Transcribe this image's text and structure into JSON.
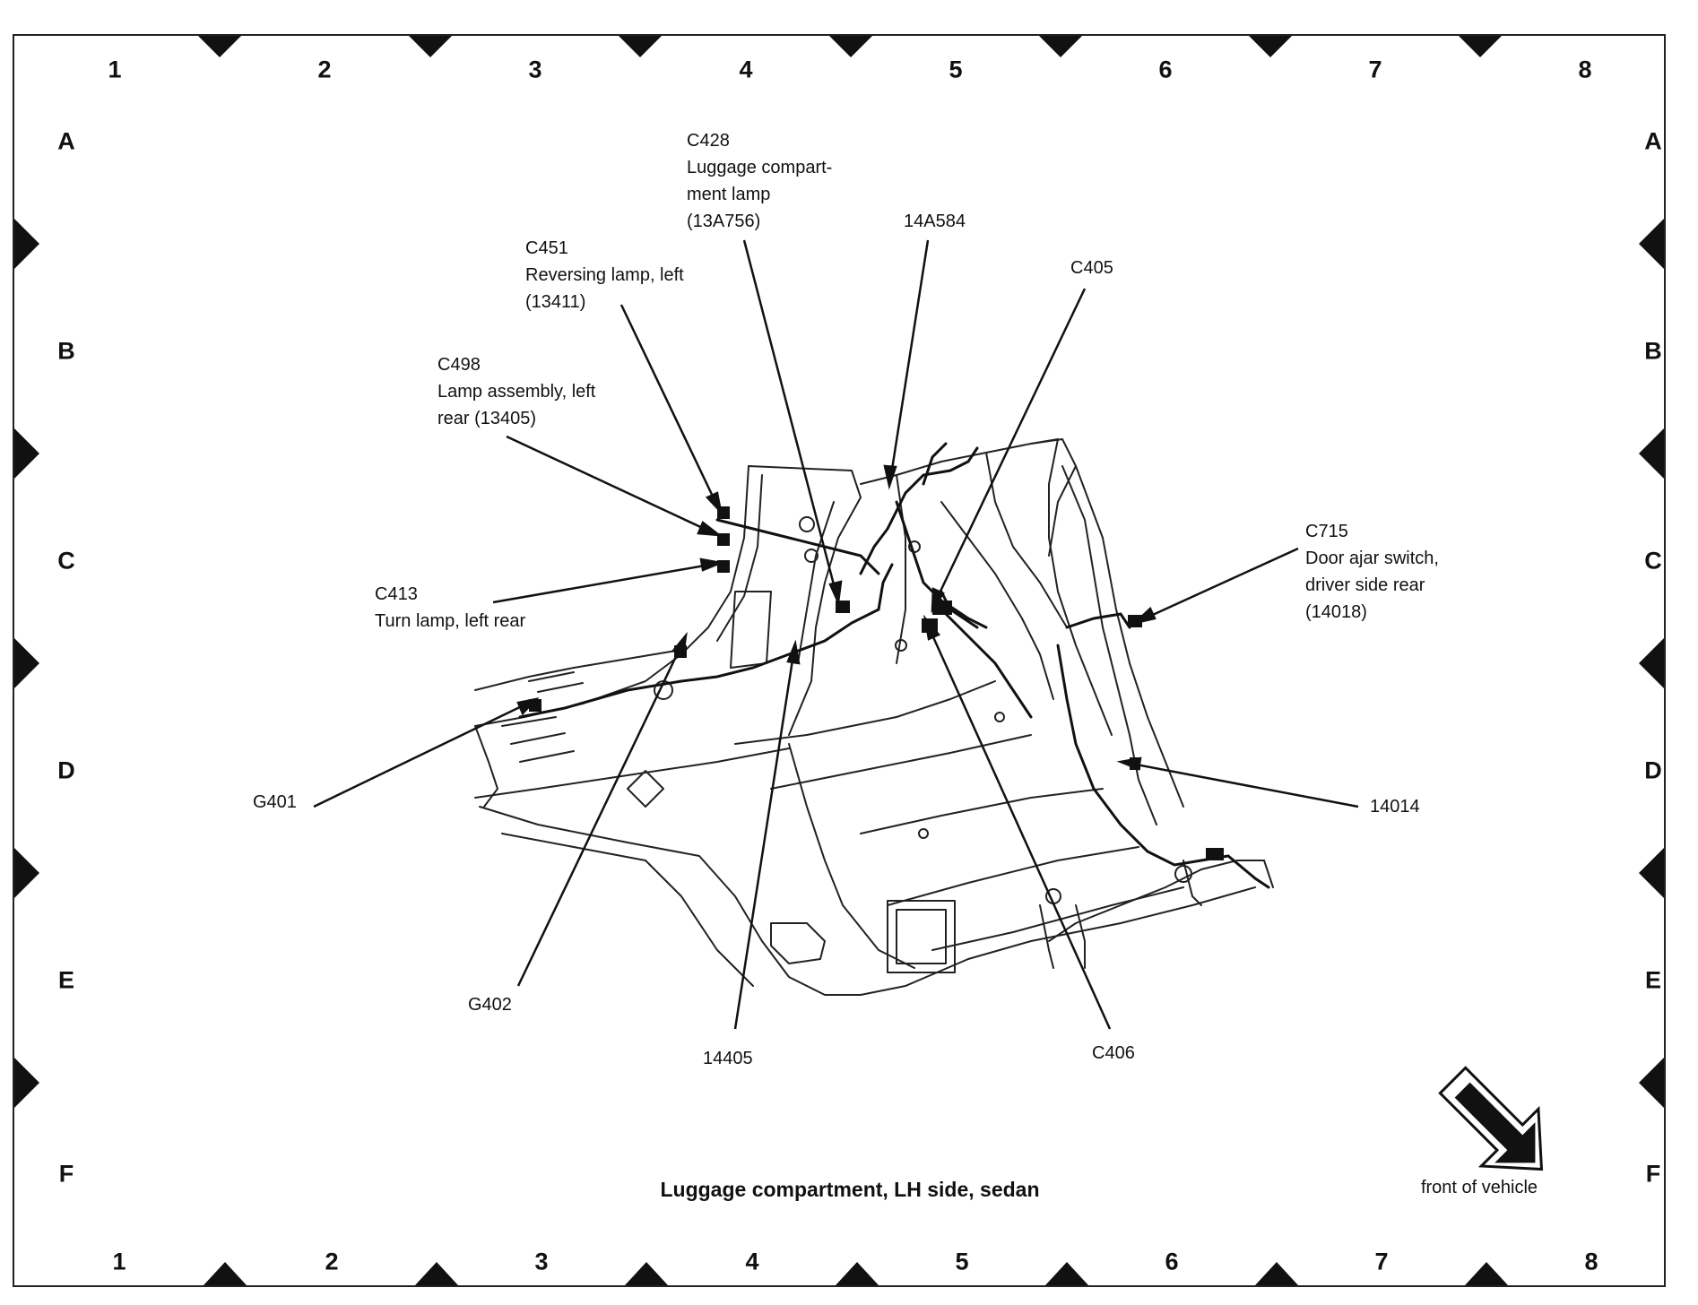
{
  "grid": {
    "columns": [
      "1",
      "2",
      "3",
      "4",
      "5",
      "6",
      "7",
      "8"
    ],
    "rows": [
      "A",
      "B",
      "C",
      "D",
      "E",
      "F"
    ]
  },
  "callouts": [
    {
      "id": "c428",
      "lines": [
        "C428",
        "Luggage compart-",
        "ment lamp",
        "(13A756)"
      ]
    },
    {
      "id": "14a584",
      "lines": [
        "14A584"
      ]
    },
    {
      "id": "c451",
      "lines": [
        "C451",
        "Reversing lamp, left",
        "(13411)"
      ]
    },
    {
      "id": "c405",
      "lines": [
        "C405"
      ]
    },
    {
      "id": "c498",
      "lines": [
        "C498",
        "Lamp assembly, left",
        "rear (13405)"
      ]
    },
    {
      "id": "c715",
      "lines": [
        "C715",
        "Door ajar switch,",
        "driver side rear",
        "(14018)"
      ]
    },
    {
      "id": "c413",
      "lines": [
        "C413",
        "Turn lamp, left rear"
      ]
    },
    {
      "id": "g401",
      "lines": [
        "G401"
      ]
    },
    {
      "id": "14014",
      "lines": [
        "14014"
      ]
    },
    {
      "id": "g402",
      "lines": [
        "G402"
      ]
    },
    {
      "id": "14405",
      "lines": [
        "14405"
      ]
    },
    {
      "id": "c406",
      "lines": [
        "C406"
      ]
    }
  ],
  "caption": "Luggage compartment, LH side, sedan",
  "orientation_label": "front of vehicle"
}
